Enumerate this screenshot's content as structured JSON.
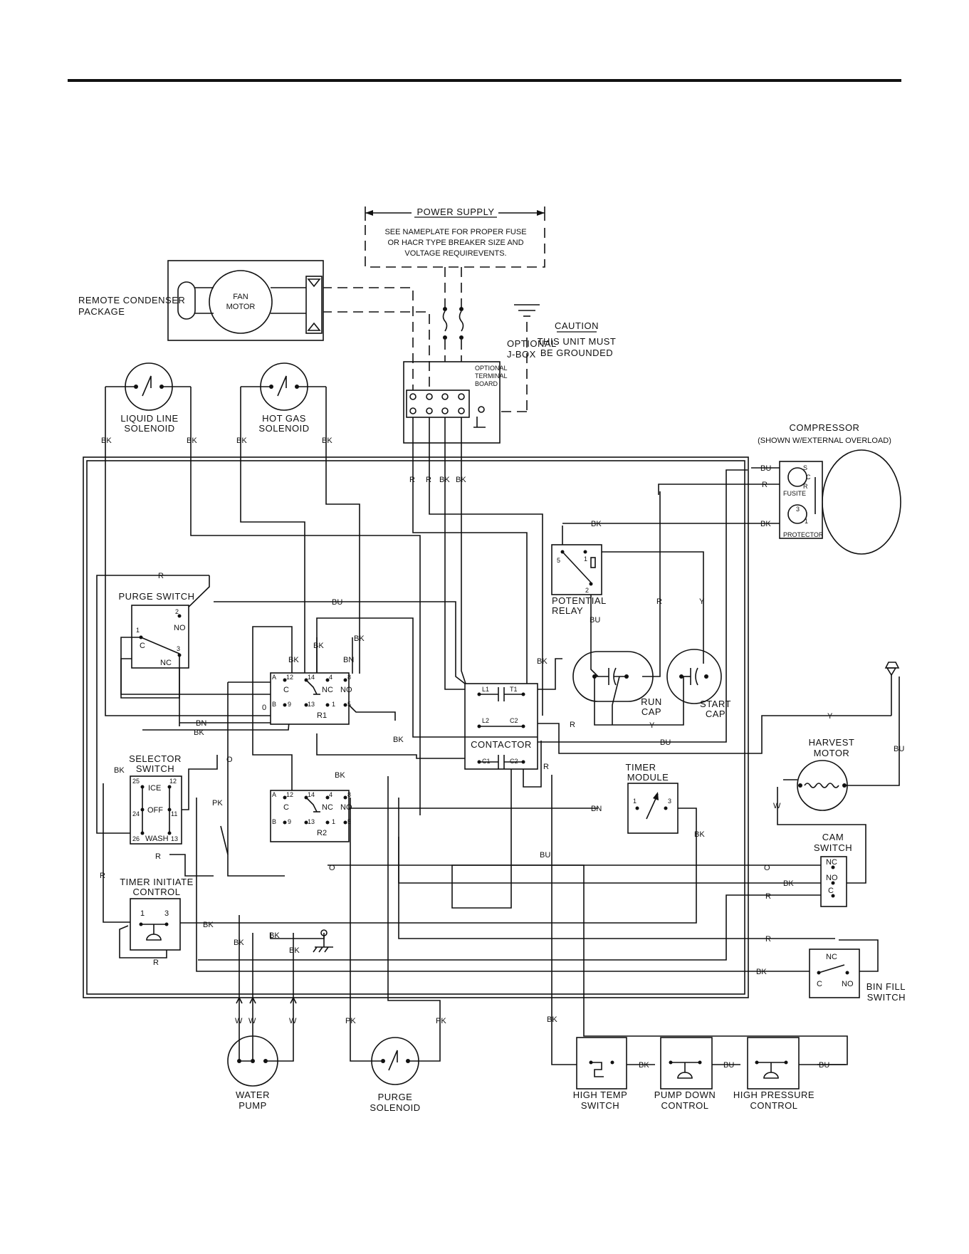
{
  "power_supply": {
    "title": "POWER SUPPLY",
    "note": [
      "SEE NAMEPLATE FOR PROPER FUSE",
      "OR HACR TYPE BREAKER SIZE AND",
      "VOLTAGE REQUIREVENTS."
    ]
  },
  "caution": {
    "title": "CAUTION",
    "text": [
      "THIS UNIT MUST",
      "BE GROUNDED"
    ]
  },
  "jbox": {
    "label": [
      "OPTIONAL",
      "J-BOX"
    ],
    "terminal": [
      "OPTIONAL",
      "TERMINAL",
      "BOARD"
    ]
  },
  "condenser": {
    "label": [
      "REMOTE CONDENSER",
      "PACKAGE"
    ],
    "motor": [
      "FAN",
      "MOTOR"
    ]
  },
  "solenoids": {
    "liquid_line": [
      "LIQUID LINE",
      "SOLENOID"
    ],
    "hot_gas": [
      "HOT GAS",
      "SOLENOID"
    ],
    "purge": [
      "PURGE",
      "SOLENOID"
    ]
  },
  "compressor": {
    "title": "COMPRESSOR",
    "subtitle": "(SHOWN W/EXTERNAL OVERLOAD)",
    "fusite": "FUSITE",
    "protector": "PROTECTOR",
    "pins": [
      "S",
      "C",
      "R",
      "3",
      "1"
    ]
  },
  "potential_relay": {
    "label": [
      "POTENTIAL",
      "RELAY"
    ],
    "pins": [
      "5",
      "1",
      "2"
    ]
  },
  "caps": {
    "run": [
      "RUN",
      "CAP"
    ],
    "start": [
      "START",
      "CAP"
    ]
  },
  "contactor": {
    "label": "CONTACTOR",
    "terminals": [
      "L1",
      "T1",
      "L2",
      "C2",
      "C1",
      "C2"
    ]
  },
  "purge_switch": {
    "label": "PURGE SWITCH",
    "terminals": [
      "2",
      "NO",
      "1",
      "C",
      "3",
      "NC"
    ]
  },
  "relays": {
    "r1": {
      "label": "R1",
      "terminals": [
        "A",
        "12",
        "14",
        "4",
        "8",
        "C",
        "NC",
        "NO",
        "B",
        "9",
        "13",
        "1",
        "5",
        "0"
      ]
    },
    "r2": {
      "label": "R2",
      "terminals": [
        "A",
        "12",
        "14",
        "4",
        "8",
        "C",
        "NC",
        "NO",
        "B",
        "9",
        "13",
        "1",
        "5"
      ]
    }
  },
  "selector_switch": {
    "label": [
      "SELECTOR",
      "SWITCH"
    ],
    "terminals": [
      "25",
      "12",
      "ICE",
      "24",
      "OFF",
      "11",
      "26",
      "WASH",
      "13"
    ]
  },
  "timer_module": {
    "label": [
      "TIMER",
      "MODULE"
    ],
    "terminals": [
      "1",
      "3"
    ]
  },
  "timer_initiate": {
    "label": [
      "TIMER INITIATE",
      "CONTROL"
    ],
    "terminals": [
      "1",
      "3"
    ]
  },
  "harvest_motor": {
    "label": [
      "HARVEST",
      "MOTOR"
    ]
  },
  "cam_switch": {
    "label": [
      "CAM",
      "SWITCH"
    ],
    "terminals": [
      "NC",
      "NO",
      "C"
    ]
  },
  "bin_fill": {
    "label": [
      "BIN FILL",
      "SWITCH"
    ],
    "terminals": [
      "NC",
      "C",
      "NO"
    ]
  },
  "water_pump": {
    "label": [
      "WATER",
      "PUMP"
    ]
  },
  "controls": {
    "high_temp": [
      "HIGH TEMP",
      "SWITCH"
    ],
    "pump_down": [
      "PUMP DOWN",
      "CONTROL"
    ],
    "high_pressure": [
      "HIGH PRESSURE",
      "CONTROL"
    ]
  },
  "wire_labels": {
    "bk": "BK",
    "r": "R",
    "bu": "BU",
    "bn": "BN",
    "y": "Y",
    "o": "O",
    "pk": "PK",
    "w": "W"
  }
}
